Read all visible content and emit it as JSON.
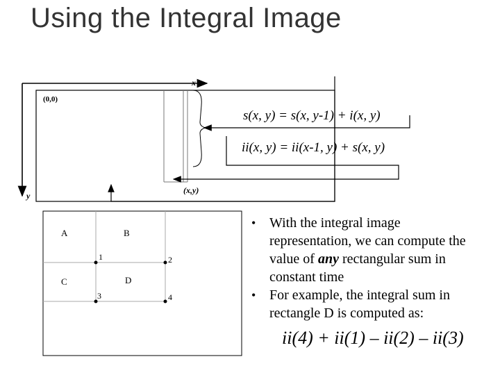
{
  "title": "Using the Integral Image",
  "diagram": {
    "x_axis_label": "x",
    "y_axis_label": "y",
    "origin_label": "(0,0)",
    "point_label": "(x,y)",
    "eq1": "s(x, y) = s(x, y-1) + i(x, y)",
    "eq2": "ii(x, y) = ii(x-1, y) + s(x, y)"
  },
  "grid": {
    "regions": [
      "A",
      "B",
      "C",
      "D"
    ],
    "corners": [
      "1",
      "2",
      "3",
      "4"
    ]
  },
  "bullets": [
    {
      "prefix": "With the integral image representation, we can compute the value of ",
      "emph": "any",
      "suffix": " rectangular sum in constant time"
    },
    {
      "text": "For example, the integral sum in rectangle D is computed as:"
    }
  ],
  "formula": "ii(4) + ii(1) – ii(2) – ii(3)",
  "bullet_marker": "•"
}
